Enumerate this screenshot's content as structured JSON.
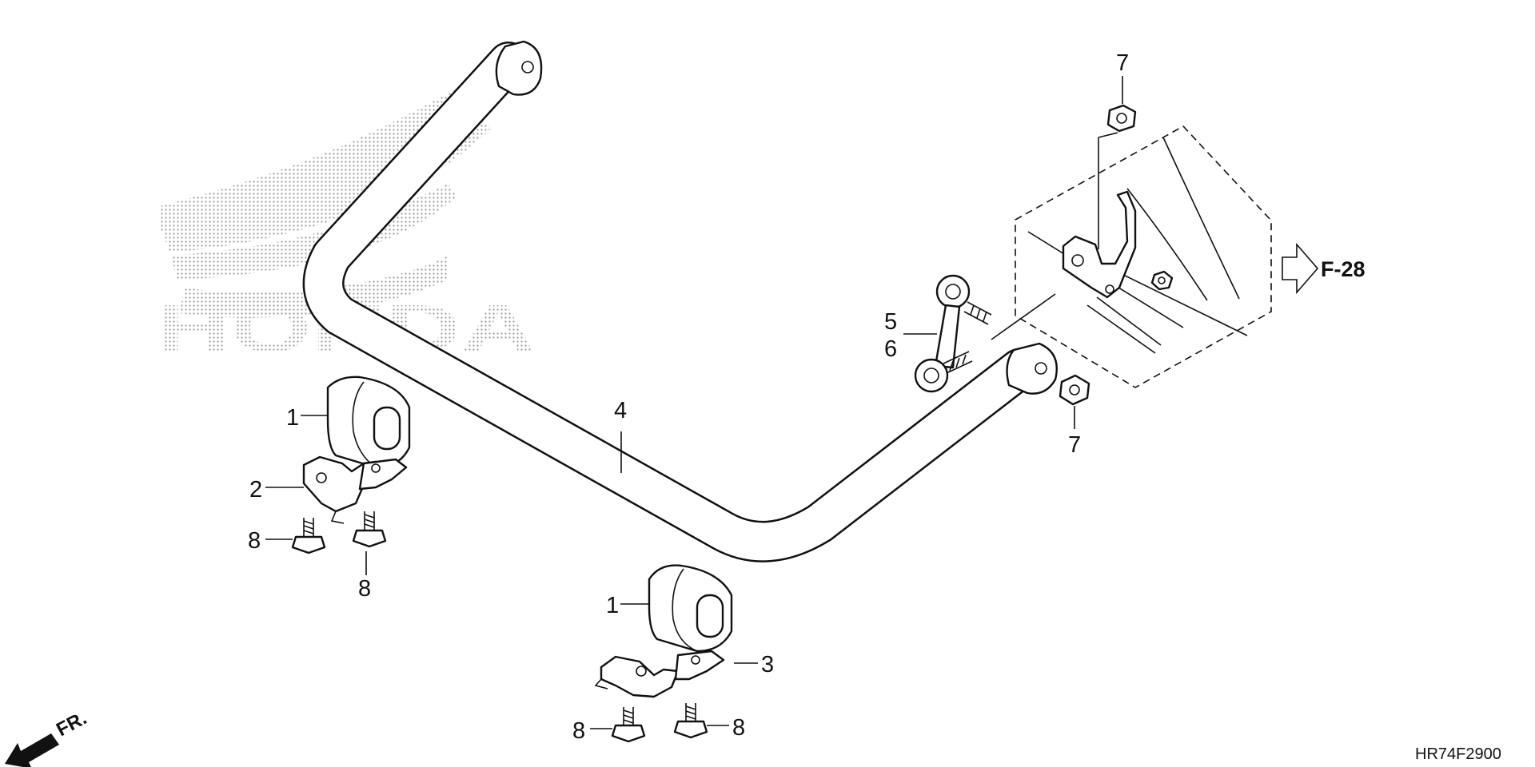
{
  "watermark": {
    "brand": "HONDA"
  },
  "callouts": {
    "c1a": "1",
    "c1b": "1",
    "c2": "2",
    "c3": "3",
    "c4": "4",
    "c5": "5",
    "c6": "6",
    "c7a": "7",
    "c7b": "7",
    "c8a": "8",
    "c8b": "8",
    "c8c": "8",
    "c8d": "8"
  },
  "reference": {
    "arrow_label": "F-28"
  },
  "direction": {
    "label": "FR."
  },
  "diagram_code": "HR74F2900",
  "colors": {
    "line": "#111111",
    "watermark_dots": "#9a9a9a"
  }
}
